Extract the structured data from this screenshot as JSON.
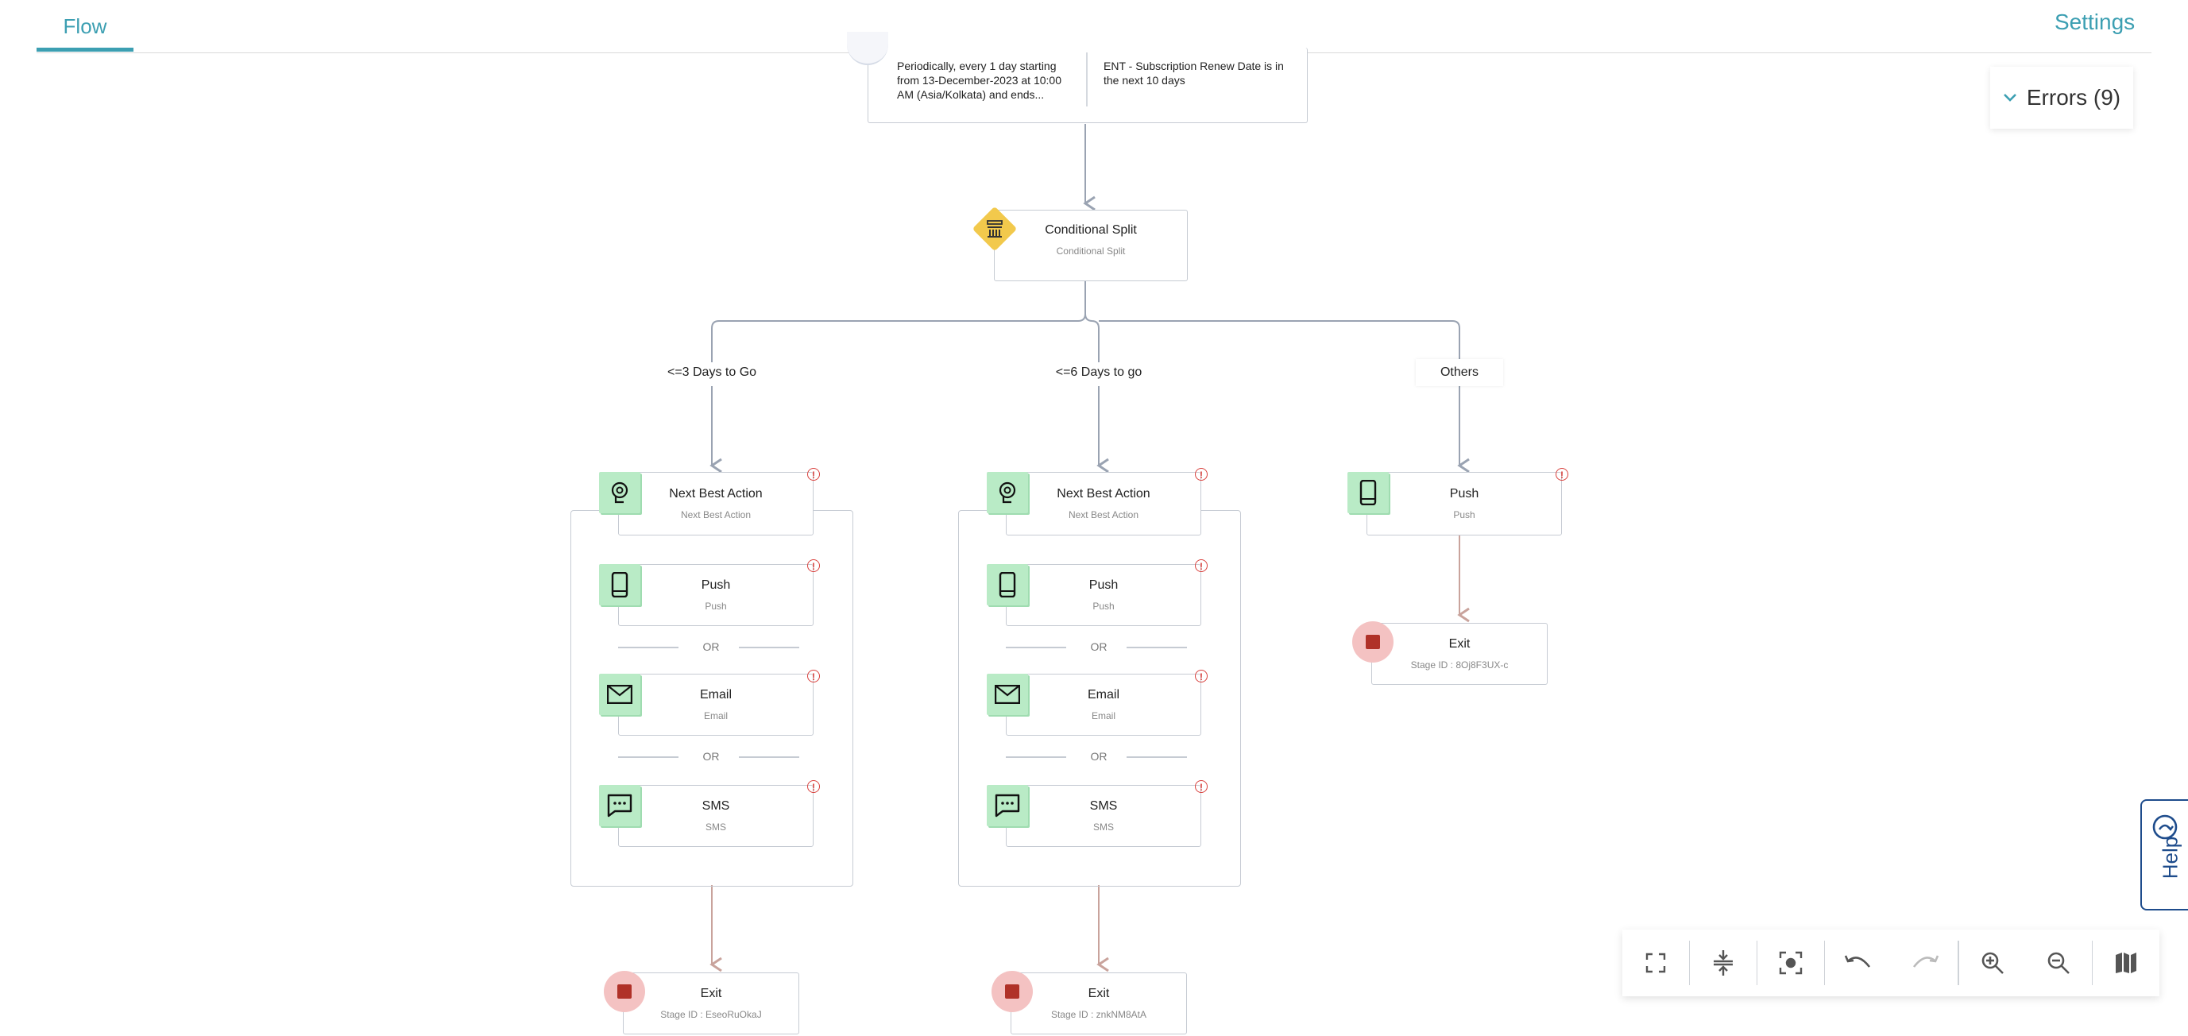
{
  "tabs": {
    "flow": "Flow",
    "settings": "Settings"
  },
  "errors_label": "Errors (9)",
  "trigger": {
    "schedule": "Periodically, every 1 day starting from 13-December-2023 at 10:00 AM (Asia/Kolkata) and ends...",
    "audience": "ENT - Subscription Renew Date is in the next 10 days"
  },
  "split": {
    "title": "Conditional Split",
    "subtitle": "Conditional Split"
  },
  "branches": [
    "<=3 Days to Go",
    "<=6 Days to go",
    "Others"
  ],
  "or_label": "OR",
  "col1": {
    "nba": {
      "title": "Next Best Action",
      "subtitle": "Next Best Action"
    },
    "push": {
      "title": "Push",
      "subtitle": "Push"
    },
    "email": {
      "title": "Email",
      "subtitle": "Email"
    },
    "sms": {
      "title": "SMS",
      "subtitle": "SMS"
    },
    "exit": {
      "title": "Exit",
      "subtitle": "Stage ID : EseoRuOkaJ"
    }
  },
  "col2": {
    "nba": {
      "title": "Next Best Action",
      "subtitle": "Next Best Action"
    },
    "push": {
      "title": "Push",
      "subtitle": "Push"
    },
    "email": {
      "title": "Email",
      "subtitle": "Email"
    },
    "sms": {
      "title": "SMS",
      "subtitle": "SMS"
    },
    "exit": {
      "title": "Exit",
      "subtitle": "Stage ID : znkNM8AtA"
    }
  },
  "col3": {
    "push": {
      "title": "Push",
      "subtitle": "Push"
    },
    "exit": {
      "title": "Exit",
      "subtitle": "Stage ID : 8Oj8F3UX-c"
    }
  },
  "help_label": "Help",
  "toolbar": [
    "fullscreen-icon",
    "fit-vertical-icon",
    "focus-icon",
    "undo-icon",
    "redo-icon",
    "zoom-in-icon",
    "zoom-out-icon",
    "map-icon"
  ],
  "colors": {
    "accent": "#3c9fb2",
    "node_icon_bg": "#b9ebc6",
    "split_icon_bg": "#f2c94c",
    "exit_icon_bg": "#f4c2c2",
    "warning": "#d9413d"
  }
}
